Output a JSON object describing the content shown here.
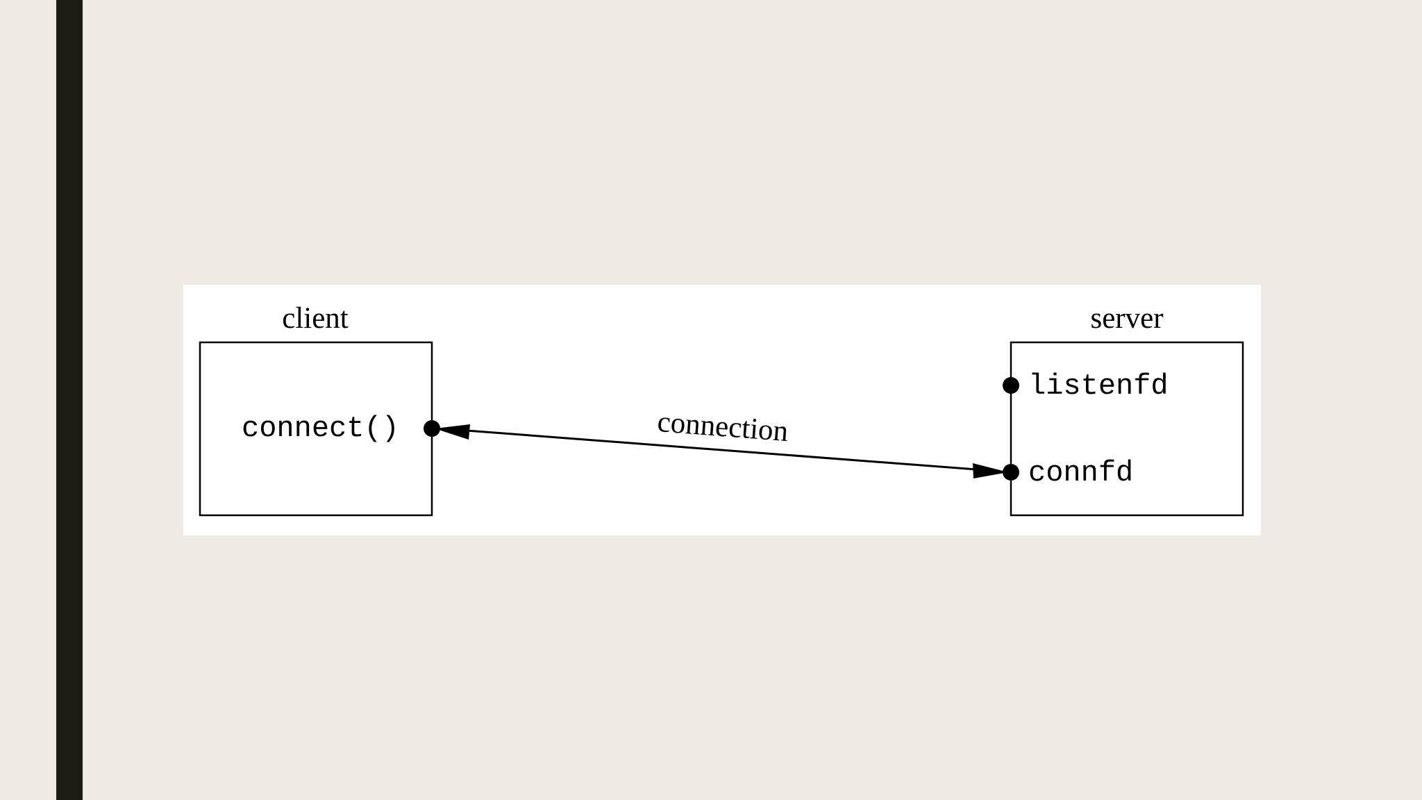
{
  "colors": {
    "background": "#efebe4",
    "accent_bar": "#1d1c12",
    "figure_background": "#ffffff",
    "ink": "#000000"
  },
  "diagram": {
    "client": {
      "title": "client",
      "function_label": "connect()"
    },
    "server": {
      "title": "server",
      "listen_label": "listenfd",
      "conn_label": "connfd"
    },
    "edge": {
      "label": "connection",
      "direction": "bidirectional",
      "from": "connect()",
      "to": "connfd"
    }
  }
}
